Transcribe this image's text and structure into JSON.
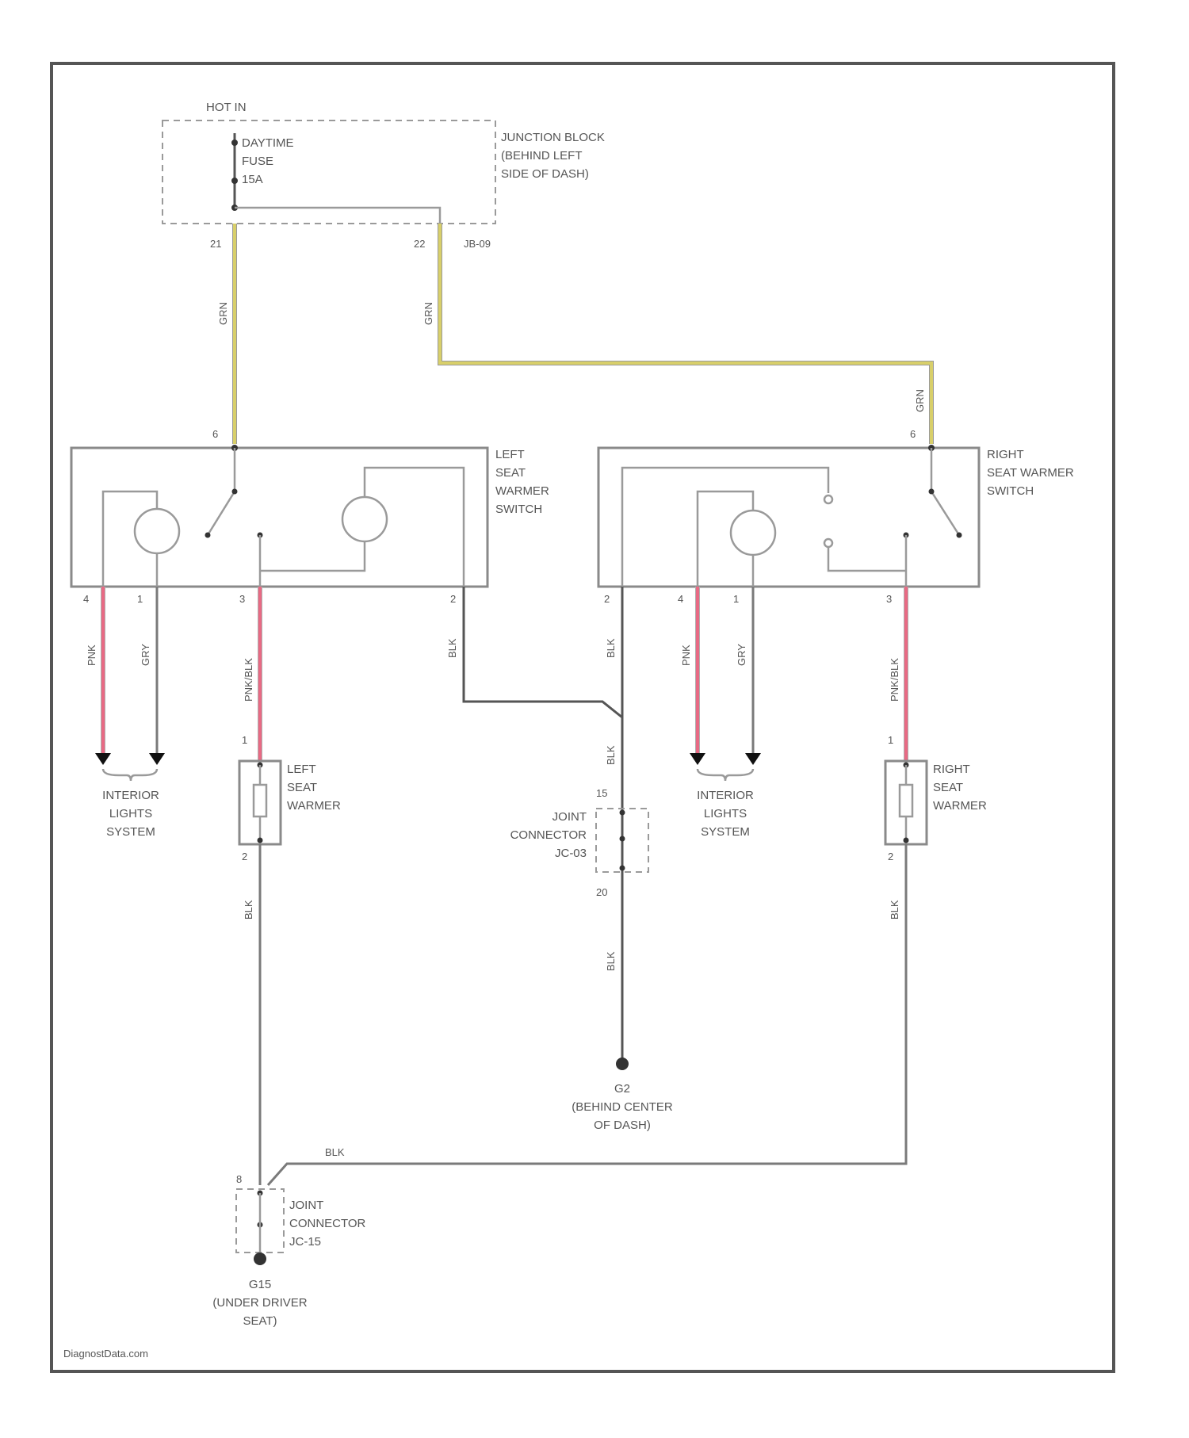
{
  "hot_in": "HOT IN",
  "fuse": {
    "name": "DAYTIME",
    "type": "FUSE",
    "rating": "15A"
  },
  "junction_block": {
    "line1": "JUNCTION BLOCK",
    "line2": "(BEHIND LEFT",
    "line3": "SIDE OF DASH)",
    "id": "JB-09",
    "pin_left": "21",
    "pin_right": "22"
  },
  "wire_colors": {
    "grn": "GRN",
    "pnk": "PNK",
    "gry": "GRY",
    "pnk_blk": "PNK/BLK",
    "blk": "BLK"
  },
  "left_switch": {
    "line1": "LEFT",
    "line2": "SEAT",
    "line3": "WARMER",
    "line4": "SWITCH",
    "pin_top": "6",
    "pin_a": "4",
    "pin_b": "1",
    "pin_c": "3",
    "pin_d": "2"
  },
  "right_switch": {
    "line1": "RIGHT",
    "line2": "SEAT WARMER",
    "line3": "SWITCH",
    "pin_top": "6",
    "pin_a": "2",
    "pin_b": "4",
    "pin_c": "1",
    "pin_d": "3"
  },
  "interior_lights": {
    "line1": "INTERIOR",
    "line2": "LIGHTS",
    "line3": "SYSTEM"
  },
  "left_warmer": {
    "line1": "LEFT",
    "line2": "SEAT",
    "line3": "WARMER",
    "pin_in": "1",
    "pin_out": "2"
  },
  "right_warmer": {
    "line1": "RIGHT",
    "line2": "SEAT",
    "line3": "WARMER",
    "pin_in": "1",
    "pin_out": "2"
  },
  "joint_connector_center": {
    "line1": "JOINT",
    "line2": "CONNECTOR",
    "line3": "JC-03",
    "pin_in": "15",
    "pin_out": "20"
  },
  "ground_center": {
    "id": "G2",
    "line1": "(BEHIND CENTER",
    "line2": "OF DASH)"
  },
  "joint_connector_bottom": {
    "line1": "JOINT",
    "line2": "CONNECTOR",
    "line3": "JC-15",
    "pin_in": "8"
  },
  "ground_bottom": {
    "id": "G15",
    "line1": "(UNDER DRIVER",
    "line2": "SEAT)"
  },
  "watermark": "DiagnostData.com"
}
